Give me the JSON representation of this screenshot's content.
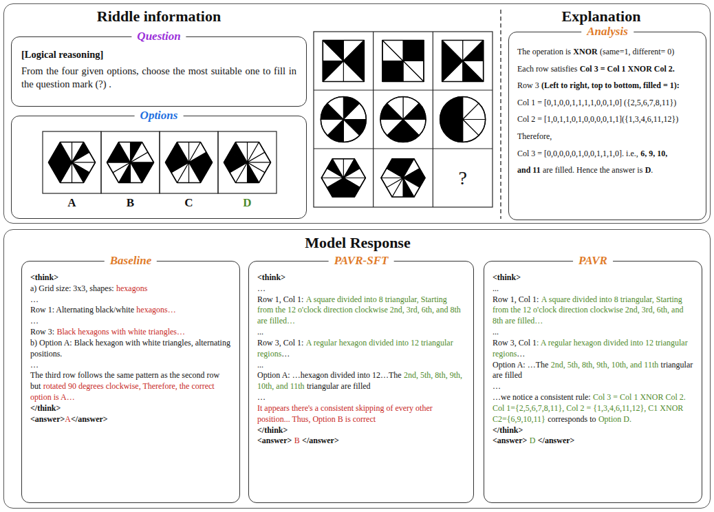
{
  "diagram": {
    "nodes": [
      {
        "text": [
          "Riddle information",
          "Explanation"
        ]
      },
      {
        "text": [
          "Question",
          "[Logical reasoning]",
          "From the four given options, choose the most suitable one to fill in the question mark (?) ."
        ],
        "in": 0
      },
      {
        "text": [
          "Options",
          "A",
          "B",
          "C",
          "D"
        ],
        "in": 0
      },
      {
        "text": [
          "Analysis",
          "The operation is",
          "XNOR",
          "(same=1, different= 0)",
          "Each row satisfies",
          "Col 3 = Col 1 XNOR Col 2.",
          "Row 3",
          "(Left to right, top to bottom, filled = 1):",
          "Col 1 = [0,1,0,0,1,1,1,1,0,0,1,0] ({2,5,6,7,8,11})",
          "Col 2 = [1,0,1,1,0,1,0,0,0,0,1,1]({1,3,4,6,11,12})",
          "Therefore,",
          "Col 3 = [0,0,0,0,0,1,0,0,1,1,1,0]. i.e.,",
          "6, 9, 10,",
          "and 11",
          "are filled. Hence the answer is",
          "D",
          "."
        ],
        "in": 0
      },
      {
        "text": [
          "Model Response"
        ]
      },
      {
        "text": [
          "Baseline",
          "<think>",
          "a) Grid size: 3x3, shapes:",
          "hexagons",
          "…",
          "Row 1: Alternating black/white",
          "hexagons…",
          "…",
          "Row 3:",
          "Black hexagons with white triangles…",
          "b) Option A: Black hexagon with white triangles, alternating positions.",
          "…",
          "The third row follows the same pattern as the second row but",
          "rotated 90 degrees clockwise, Therefore, the correct option is A…",
          "</think>",
          "<answer>",
          "A",
          "</answer>"
        ],
        "in": 4
      },
      {
        "text": [
          "PAVR-SFT",
          "<think>",
          "…",
          "Row 1, Col 1:",
          "A square divided into 8 triangular, Starting from the 12 o'clock direction clockwise 2nd, 3rd, 6th, and 8th are filled…",
          "...",
          "Row 3, Col 1:",
          "A regular hexagon divided into 12 triangular regions",
          "…",
          "...",
          "Option A: …hexagon divided into 12…The",
          "2nd, 5th, 8th, 9th, 10th, and 11th",
          "triangular are filled",
          "…",
          "It appears there's a consistent skipping of every other position... Thus, Option B is correct",
          "</think>",
          "<answer>",
          "B",
          "</answer>"
        ],
        "in": 4
      },
      {
        "text": [
          "PAVR",
          "<think>",
          "...",
          "Row 1, Col 1:",
          "A square divided into 8 triangular, Starting from the 12 o'clock direction clockwise 2nd, 3rd, 6th, and 8th are filled…",
          "...",
          "Row 3, Col 1",
          ": A regular hexagon divided into 12 triangular regions",
          "…",
          "Option A: …The",
          "2nd, 5th, 8th, 9th, 10th, and 11th",
          "triangular are filled",
          "…",
          "…we notice a consistent rule:",
          "Col 3 = Col 1 XNOR Col 2. Col 1={2,5,6,7,8,11}, Col 2 = {1,3,4,6,11,12}, C1 XNOR C2={6,9,10,11}",
          "corresponds to",
          "Option D.",
          "</think>",
          "<answer>",
          "D",
          "</answer>"
        ],
        "in": 4
      }
    ],
    "labels": [
      "?"
    ]
  }
}
